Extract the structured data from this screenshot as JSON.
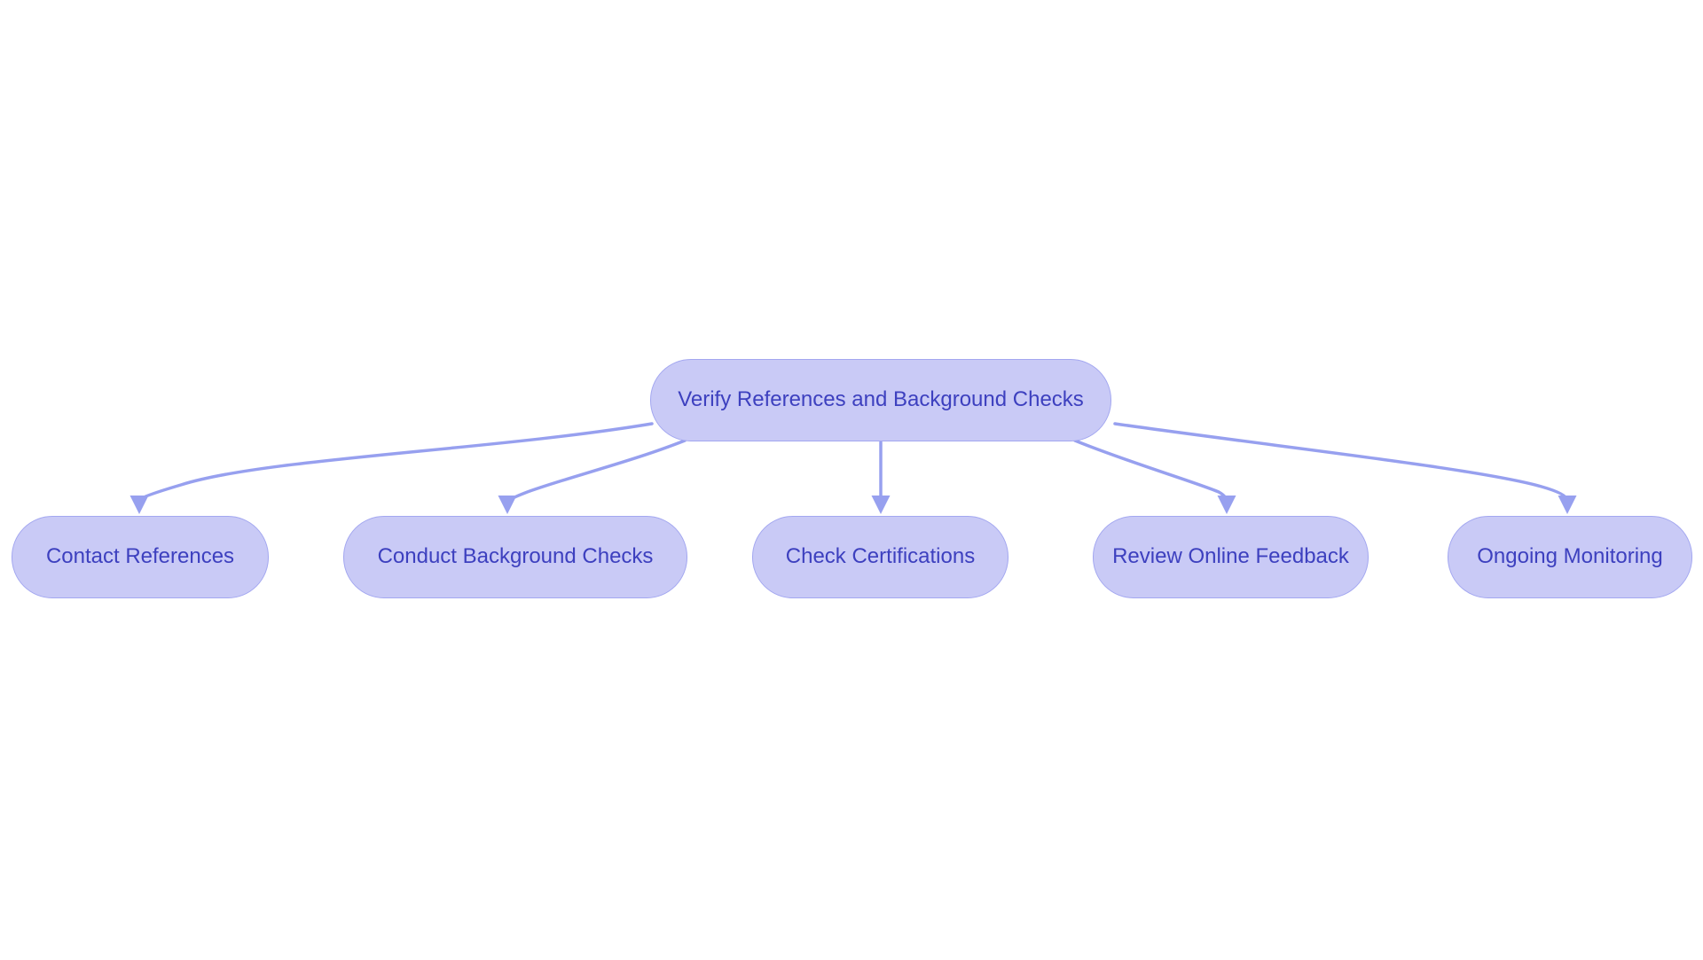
{
  "diagram": {
    "type": "flowchart",
    "root": {
      "label": "Verify References and Background Checks"
    },
    "children": [
      {
        "label": "Contact References"
      },
      {
        "label": "Conduct Background Checks"
      },
      {
        "label": "Check Certifications"
      },
      {
        "label": "Review Online Feedback"
      },
      {
        "label": "Ongoing Monitoring"
      }
    ],
    "colors": {
      "background": "#ffffff",
      "node_fill": "#c9caf6",
      "node_border": "#a3a7f0",
      "node_text": "#3d40bf",
      "edge": "#97a0ef"
    }
  }
}
